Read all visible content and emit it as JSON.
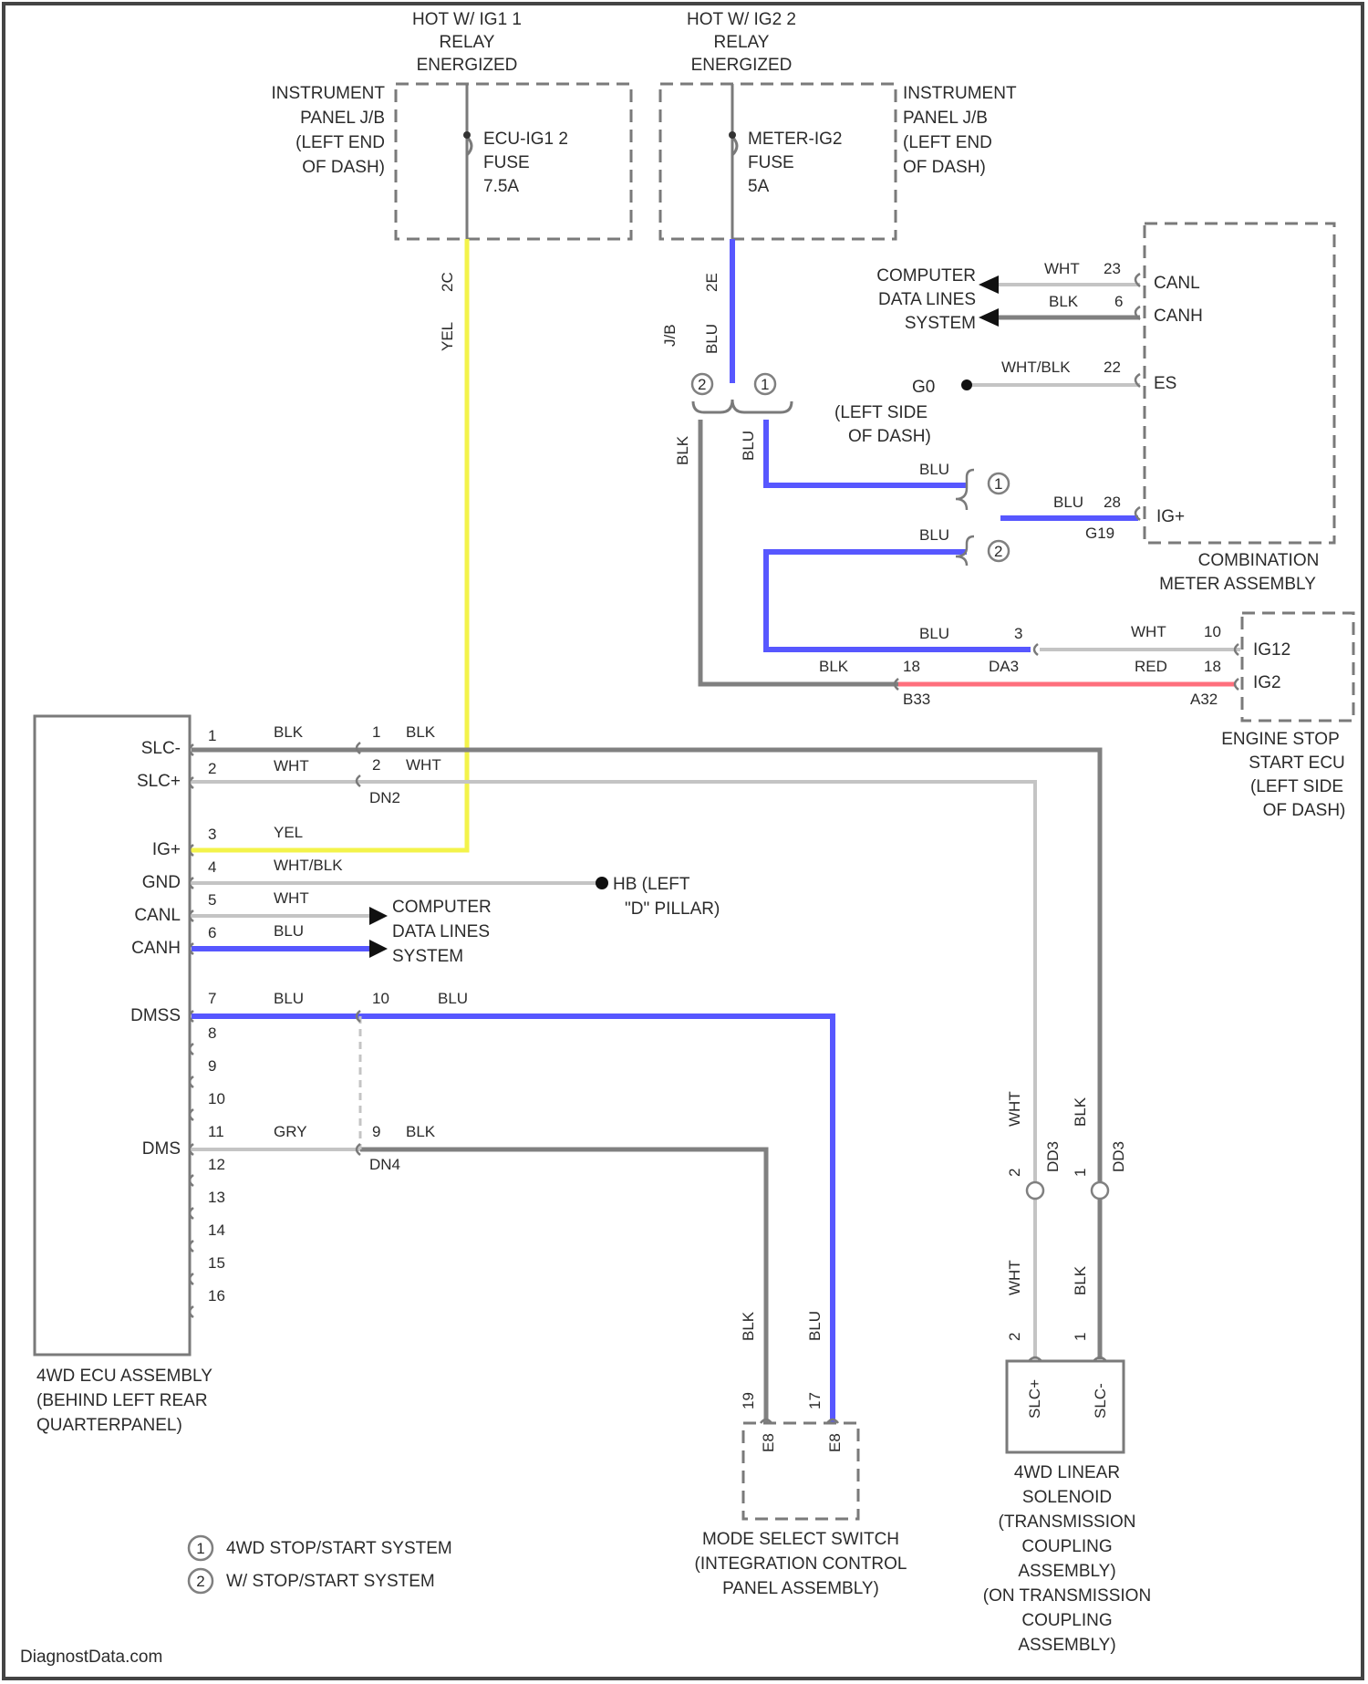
{
  "watermark": "DiagnostData.com",
  "colors": {
    "blu": "#5757ff",
    "yel": "#f3f34a",
    "red": "#ff6f7d",
    "gray": "#808080",
    "white_wire": "#c4c4c4"
  },
  "fuse1": {
    "hot": [
      "HOT W/ IG1 1",
      "RELAY",
      "ENERGIZED"
    ],
    "panel": [
      "INSTRUMENT",
      "PANEL J/B",
      "(LEFT END",
      "OF DASH)"
    ],
    "fuse": [
      "ECU-IG1 2",
      "FUSE",
      "7.5A"
    ],
    "wire": "YEL",
    "pin": "2C"
  },
  "fuse2": {
    "hot": [
      "HOT W/ IG2 2",
      "RELAY",
      "ENERGIZED"
    ],
    "panel": [
      "INSTRUMENT",
      "PANEL J/B",
      "(LEFT END",
      "OF DASH)"
    ],
    "fuse": [
      "METER-IG2",
      "FUSE",
      "5A"
    ],
    "wire": "BLU",
    "pin": "2E",
    "splice_wires": [
      "J/B",
      "BLU"
    ]
  },
  "splice_top": {
    "left_wire": "BLK",
    "right_wire": "BLU"
  },
  "combo_meter": {
    "name": [
      "COMBINATION",
      "METER ASSEMBLY"
    ],
    "pins": [
      {
        "wire": "WHT",
        "num": "23",
        "label": "CANL"
      },
      {
        "wire": "BLK",
        "num": "6",
        "label": "CANH"
      },
      {
        "wire": "WHT/BLK",
        "num": "22",
        "label": "ES"
      },
      {
        "wire": "BLU",
        "num": "28",
        "label": "IG+",
        "conn": "G19"
      }
    ],
    "can_label": [
      "COMPUTER",
      "DATA LINES",
      "SYSTEM"
    ],
    "ground": {
      "id": "G0",
      "desc": [
        "(LEFT SIDE",
        "OF DASH)"
      ]
    },
    "branch_blu_upper": "BLU",
    "branch_blu_lower": "BLU"
  },
  "engine_ecu": {
    "name": [
      "ENGINE STOP",
      "START ECU",
      "(LEFT SIDE",
      "OF DASH)"
    ],
    "pins": [
      {
        "wire": "WHT",
        "num": "10",
        "label": "IG12"
      },
      {
        "wire": "RED",
        "num": "18",
        "label": "IG2",
        "conn": "A32"
      }
    ],
    "conn_blu": {
      "wire": "BLU",
      "num": "3",
      "conn": "DA3"
    },
    "conn_blk": {
      "wire": "BLK",
      "num": "18",
      "conn": "B33"
    }
  },
  "ecu4wd": {
    "name": [
      "4WD ECU ASSEMBLY",
      "(BEHIND LEFT REAR",
      "QUARTERPANEL)"
    ],
    "terminals": [
      "SLC-",
      "SLC+",
      "IG+",
      "GND",
      "CANL",
      "CANH",
      "DMSS",
      "DMS"
    ],
    "pins": [
      "1",
      "2",
      "3",
      "4",
      "5",
      "6",
      "7",
      "8",
      "9",
      "10",
      "11",
      "12",
      "13",
      "14",
      "15",
      "16"
    ],
    "wires": {
      "p1": "BLK",
      "p2": "WHT",
      "p3": "YEL",
      "p4": "WHT/BLK",
      "p5": "WHT",
      "p6": "BLU",
      "p7": "BLU",
      "p11": "GRY"
    },
    "conn_top": {
      "p1": "1",
      "p1w": "BLK",
      "p2": "2",
      "p2w": "WHT",
      "id": "DN2"
    },
    "conn_mid": {
      "p7": "10",
      "p7w": "BLU",
      "p11": "9",
      "p11w": "BLK",
      "id": "DN4"
    },
    "ground": [
      "HB (LEFT",
      "\"D\" PILLAR)"
    ],
    "can_label": [
      "COMPUTER",
      "DATA LINES",
      "SYSTEM"
    ]
  },
  "mode_switch": {
    "name": [
      "MODE SELECT SWITCH",
      "(INTEGRATION CONTROL",
      "PANEL ASSEMBLY)"
    ],
    "pins": [
      {
        "num": "19",
        "wire": "BLK",
        "id": "E8"
      },
      {
        "num": "17",
        "wire": "BLU",
        "id": "E8"
      }
    ]
  },
  "solenoid": {
    "name": [
      "4WD LINEAR",
      "SOLENOID",
      "(TRANSMISSION",
      "COUPLING",
      "ASSEMBLY)",
      "(ON TRANSMISSION",
      "COUPLING",
      "ASSEMBLY)"
    ],
    "terminals": [
      "SLC+",
      "SLC-"
    ],
    "upper": {
      "left_wire": "WHT",
      "right_wire": "BLK",
      "left_num": "2",
      "right_num": "1",
      "id": "DD3"
    },
    "lower": {
      "left_wire": "WHT",
      "right_wire": "BLK",
      "left_num": "2",
      "right_num": "1"
    }
  },
  "legend": [
    {
      "mark": "1",
      "text": "4WD STOP/START SYSTEM"
    },
    {
      "mark": "2",
      "text": "W/ STOP/START SYSTEM"
    }
  ]
}
